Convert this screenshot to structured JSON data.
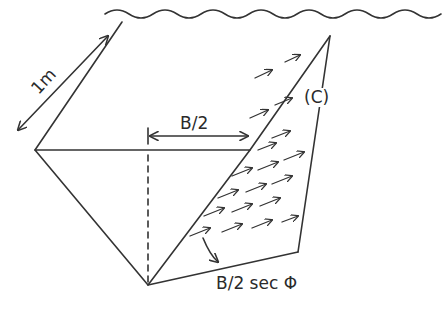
{
  "diagram": {
    "labels": [
      "1m",
      "B/2",
      "(C)",
      "B/2 sec Φ"
    ]
  }
}
